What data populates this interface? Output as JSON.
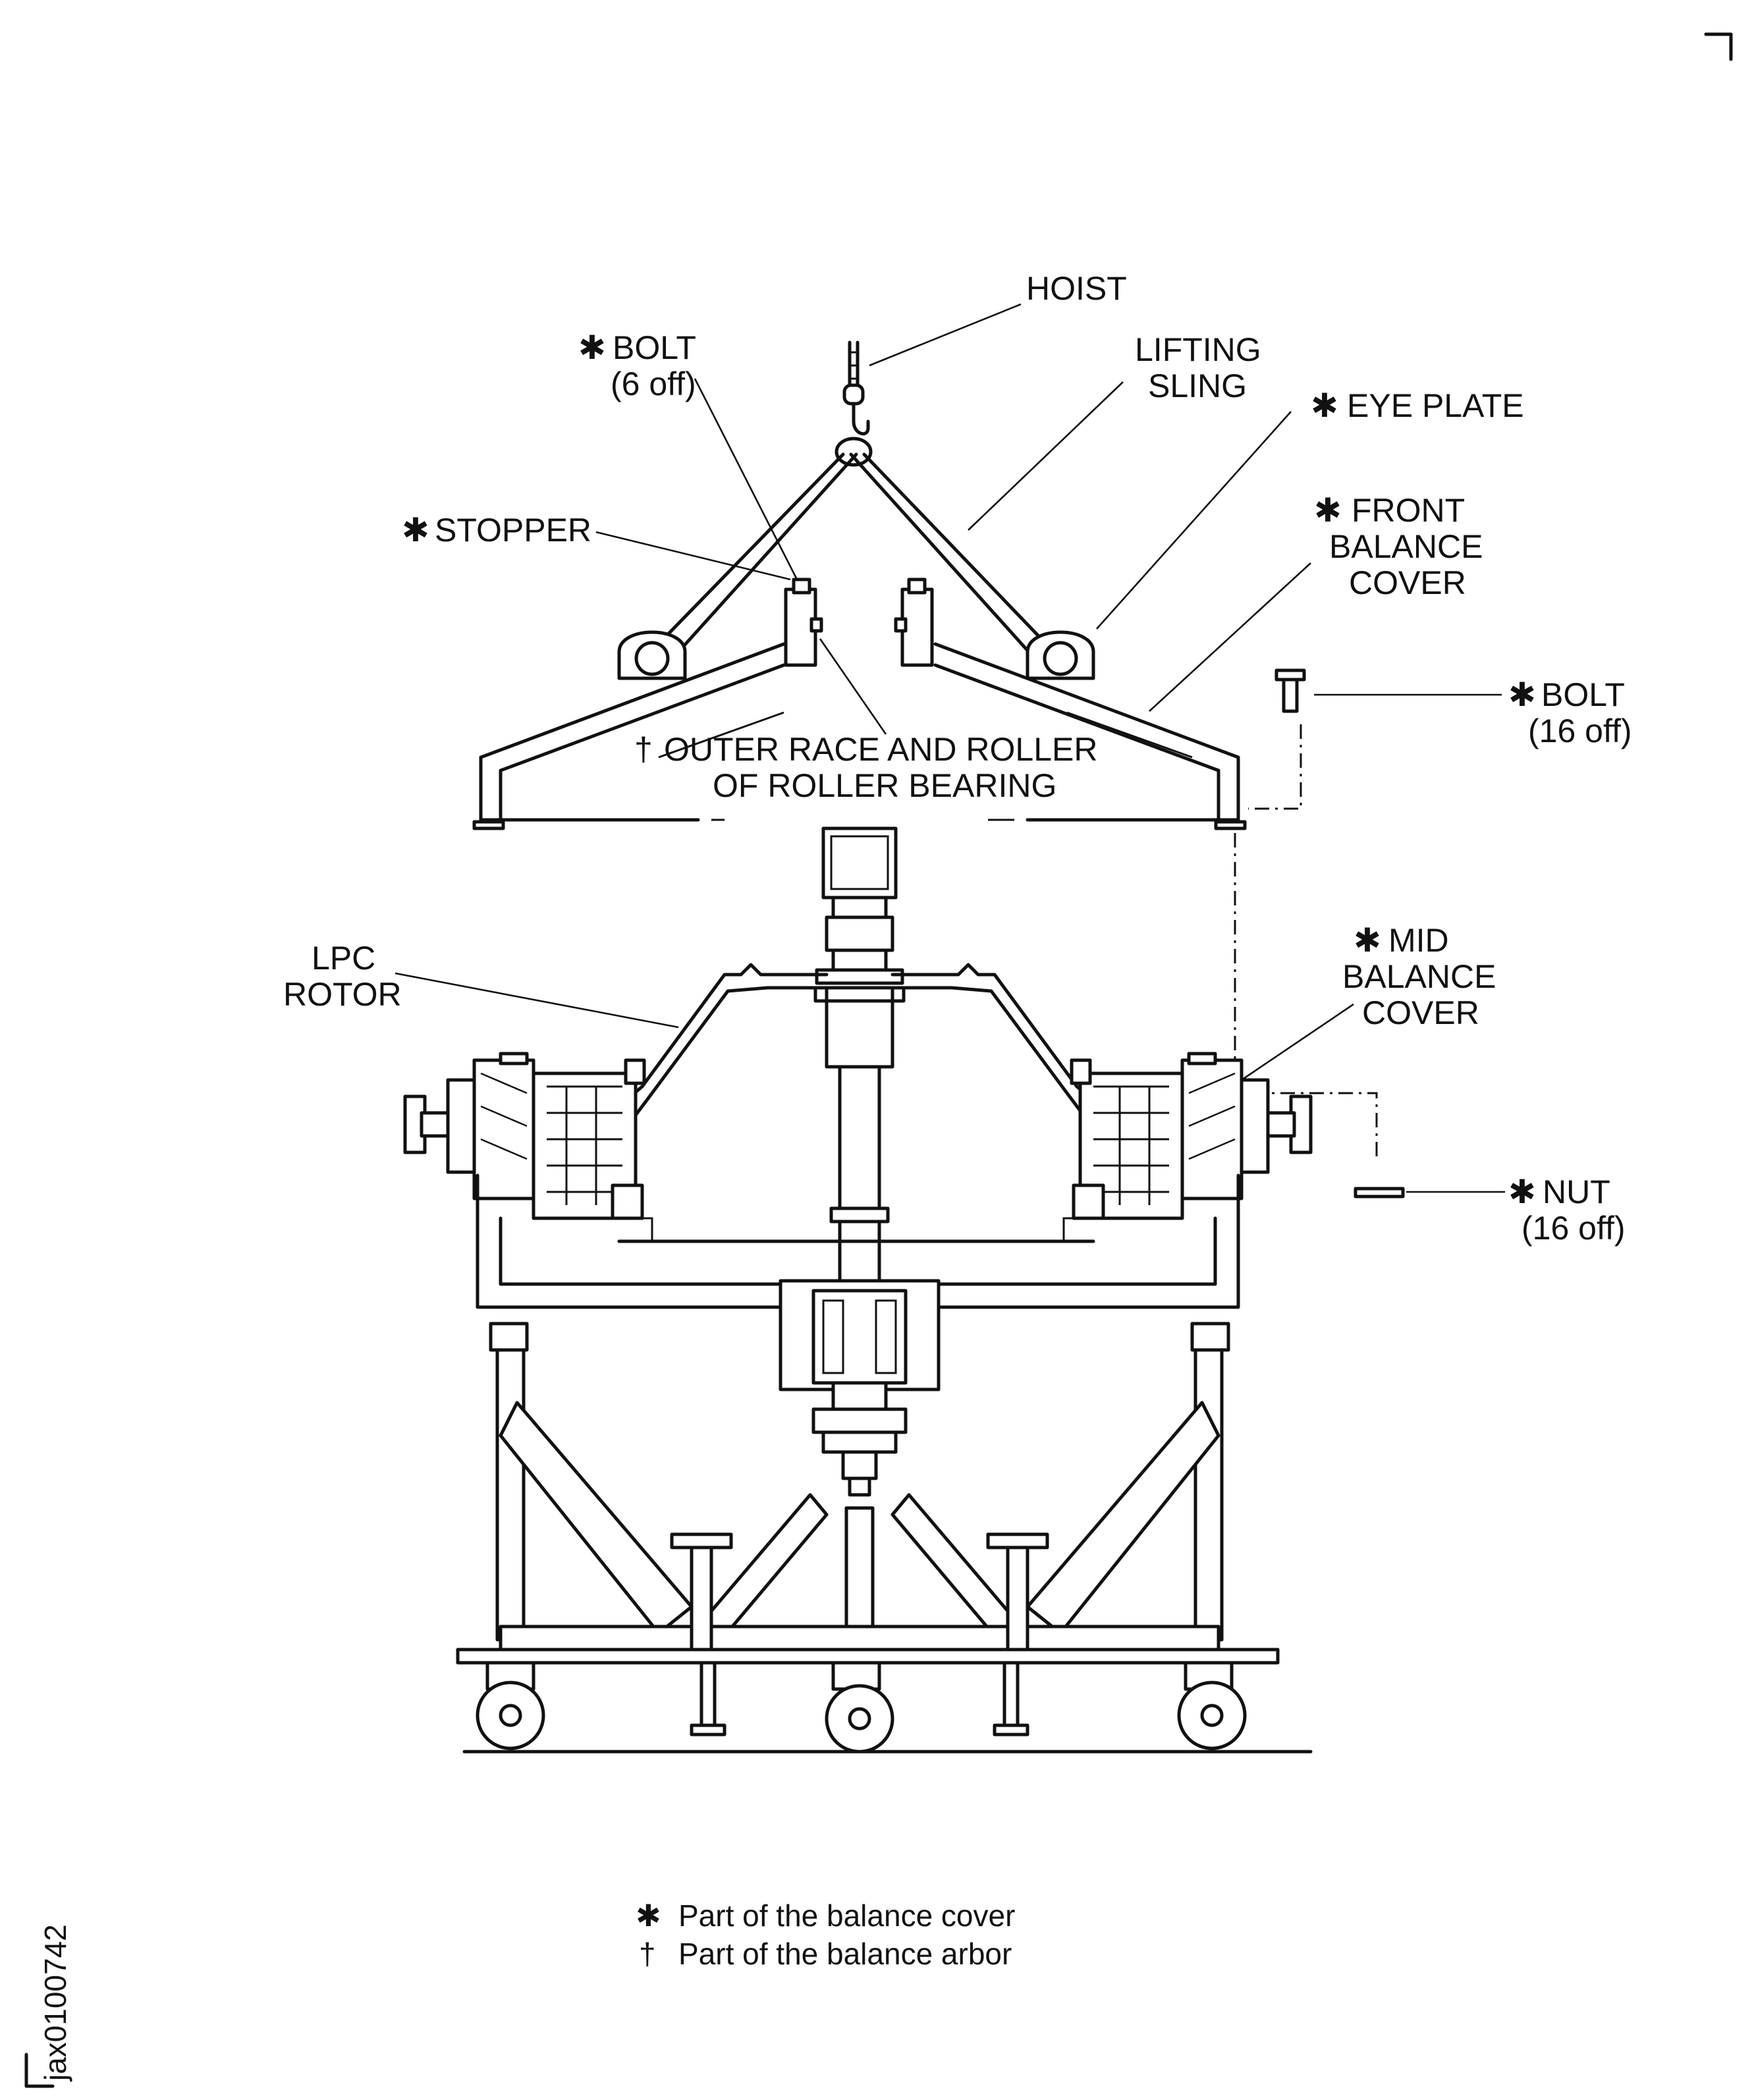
{
  "figure": {
    "labels": {
      "hoist": "HOIST",
      "bolt_top": "BOLT",
      "bolt_top_qty": "(6 off)",
      "lifting_sling_1": "LIFTING",
      "lifting_sling_2": "SLING",
      "eye_plate": "EYE PLATE",
      "stopper": "STOPPER",
      "front_balance_cover_1": "FRONT",
      "front_balance_cover_2": "BALANCE",
      "front_balance_cover_3": "COVER",
      "bolt_right": "BOLT",
      "bolt_right_qty": "(16 off)",
      "outer_race_1": "OUTER RACE AND ROLLER",
      "outer_race_2": "OF ROLLER BEARING",
      "lpc_rotor_1": "LPC",
      "lpc_rotor_2": "ROTOR",
      "mid_balance_cover_1": "MID",
      "mid_balance_cover_2": "BALANCE",
      "mid_balance_cover_3": "COVER",
      "nut": "NUT",
      "nut_qty": "(16 off)"
    },
    "symbols": {
      "asterisk": "✱",
      "dagger": "†"
    },
    "legend": {
      "balance_cover": "Part of the balance cover",
      "balance_arbor": "Part of the balance arbor"
    },
    "figure_id": "jax0100742"
  }
}
